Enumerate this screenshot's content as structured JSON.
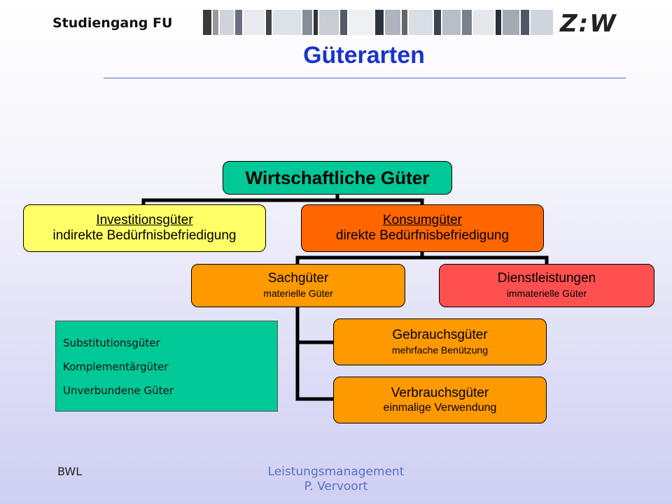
{
  "header": {
    "brand": "Studiengang FU",
    "logo": "Z:W"
  },
  "page": {
    "title": "Güterarten"
  },
  "tree": {
    "root": {
      "label": "Wirtschaftliche Güter"
    },
    "investitionsgueter": {
      "label": "Investitionsgüter",
      "desc": "indirekte Bedürfnisbefriedigung"
    },
    "konsumgueter": {
      "label": "Konsumgüter",
      "desc": "direkte Bedürfnisbefriedigung"
    },
    "sachgueter": {
      "label": "Sachgüter",
      "desc": "materielle Güter"
    },
    "dienstleistungen": {
      "label": "Dienstleistungen",
      "desc": "immaterielle Güter"
    },
    "gebrauchsgueter": {
      "label": "Gebrauchsgüter",
      "desc": "mehrfache Benützung"
    },
    "verbrauchsgueter": {
      "label": "Verbrauchsgüter",
      "desc": "einmalige Verwendung"
    }
  },
  "note_box": {
    "items": [
      "Substitutionsgüter",
      "Komplementärgüter",
      "Unverbundene Güter"
    ]
  },
  "footer": {
    "left": "BWL",
    "center_line1": "Leistungsmanagement",
    "center_line2": "P. Vervoort"
  },
  "colors": {
    "title": "#1a33cc",
    "root": "#00c896",
    "investition": "#ffff66",
    "konsum": "#ff6600",
    "sach": "#ff9900",
    "dienst": "#ff5050"
  }
}
